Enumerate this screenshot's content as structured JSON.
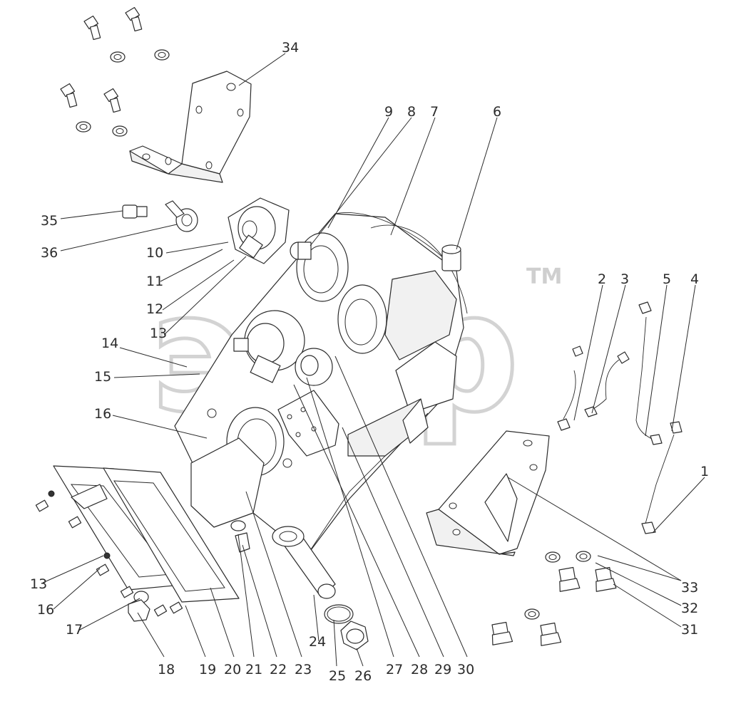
{
  "watermark": {
    "text": "элф",
    "tm": "TM"
  },
  "callouts": [
    "1",
    "2",
    "3",
    "4",
    "5",
    "6",
    "7",
    "8",
    "9",
    "10",
    "11",
    "12",
    "13",
    "14",
    "15",
    "16",
    "17",
    "18",
    "19",
    "20",
    "21",
    "22",
    "23",
    "24",
    "25",
    "26",
    "27",
    "28",
    "29",
    "30",
    "31",
    "32",
    "33",
    "34",
    "35",
    "36"
  ],
  "left_extra_callouts": [
    "13",
    "16"
  ],
  "colors": {
    "line": "#2b2b2b",
    "watermark": "#bdbdbd",
    "background": "#ffffff"
  }
}
